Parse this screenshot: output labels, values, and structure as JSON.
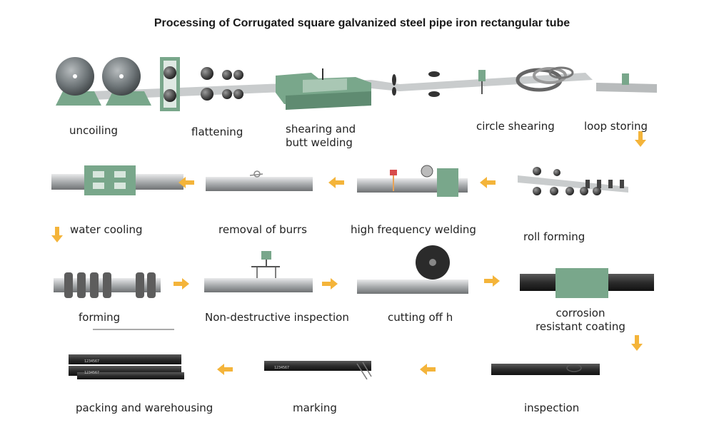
{
  "title": "Processing of Corrugated square galvanized steel pipe iron rectangular tube",
  "colors": {
    "machine_green": "#79a78b",
    "pipe_gray": "#a9acae",
    "pipe_dark": "#2c2c2c",
    "arrow_orange": "#f4b43a"
  },
  "steps": {
    "uncoiling": "uncoiling",
    "flattening": "flattening",
    "shearing_butt_welding": "shearing and\nbutt welding",
    "circle_shearing": "circle shearing",
    "loop_storing": "loop storing",
    "roll_forming": "roll forming",
    "high_frequency_welding": "high frequency welding",
    "removal_of_burrs": "removal of burrs",
    "water_cooling": "water cooling",
    "forming": "forming",
    "non_destructive_inspection": "Non-destructive inspection",
    "cutting_off": "cutting off h",
    "corrosion_resistant_coating": "corrosion\nresistant coating",
    "inspection": "inspection",
    "marking": "marking",
    "packing_warehousing": "packing and warehousing"
  },
  "pipe_marking_text": "1234567"
}
